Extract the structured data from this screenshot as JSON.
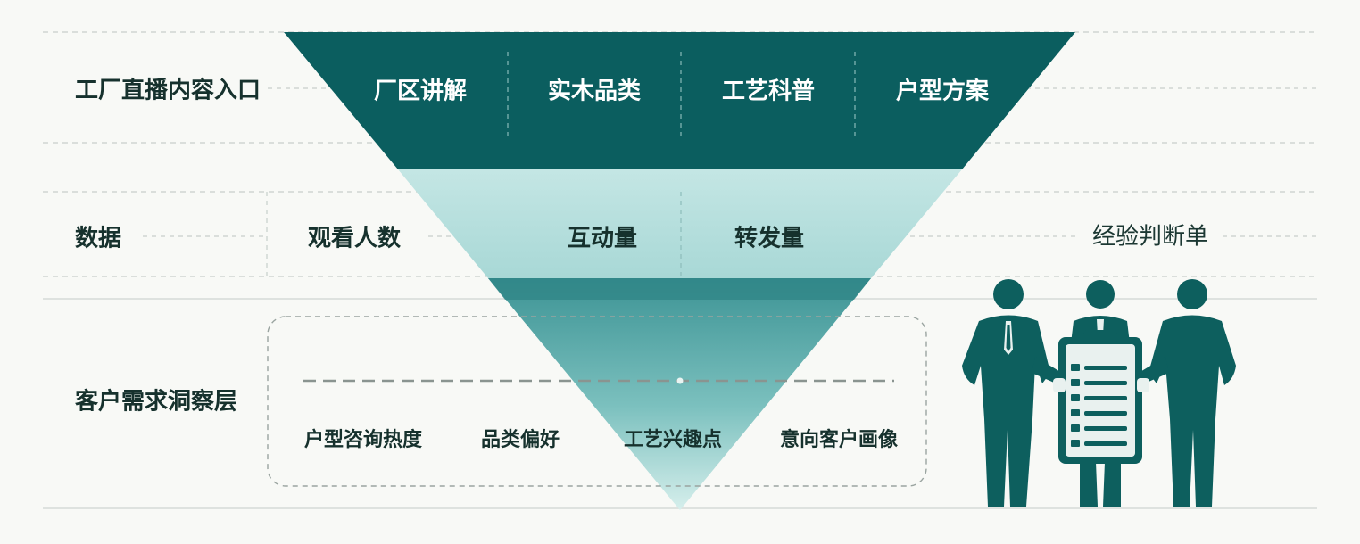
{
  "rows": {
    "entry": {
      "label": "工厂直播内容入口",
      "items": [
        "厂区讲解",
        "实木品类",
        "工艺科普",
        "户型方案"
      ]
    },
    "data": {
      "label": "数据",
      "items": [
        "观看人数",
        "互动量",
        "转发量"
      ],
      "side_note": "经验判断单"
    },
    "insight": {
      "label": "客户需求洞察层",
      "items": [
        "户型咨询热度",
        "品类偏好",
        "工艺兴趣点",
        "意向客户画像"
      ]
    }
  },
  "illustration": {
    "subject": "three-businessmen-with-checklist-icon"
  },
  "colors": {
    "dark_teal": "#0b5e5f",
    "mid_teal": "#3d9495",
    "light_teal": "#b9e0df",
    "text_dark": "#16312d",
    "text_white": "#ffffff"
  }
}
